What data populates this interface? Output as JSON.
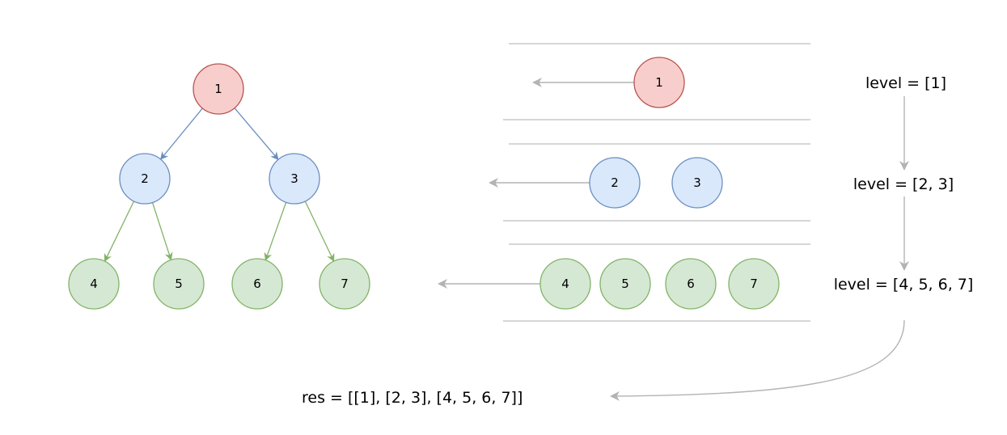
{
  "colors": {
    "red": {
      "fill": "#f8cecc",
      "stroke": "#b85450"
    },
    "blue": {
      "fill": "#dae8fc",
      "stroke": "#6c8ebf"
    },
    "green": {
      "fill": "#d5e8d4",
      "stroke": "#82b366"
    },
    "gray_line": "#bdbdbd",
    "gray_arrow": "#b3b3b3"
  },
  "tree": {
    "nodes": [
      {
        "id": "1",
        "label": "1",
        "color": "red"
      },
      {
        "id": "2",
        "label": "2",
        "color": "blue"
      },
      {
        "id": "3",
        "label": "3",
        "color": "blue"
      },
      {
        "id": "4",
        "label": "4",
        "color": "green"
      },
      {
        "id": "5",
        "label": "5",
        "color": "green"
      },
      {
        "id": "6",
        "label": "6",
        "color": "green"
      },
      {
        "id": "7",
        "label": "7",
        "color": "green"
      }
    ],
    "edges": [
      {
        "from": "1",
        "to": "2",
        "color": "blue"
      },
      {
        "from": "1",
        "to": "3",
        "color": "blue"
      },
      {
        "from": "2",
        "to": "4",
        "color": "green"
      },
      {
        "from": "2",
        "to": "5",
        "color": "green"
      },
      {
        "from": "3",
        "to": "6",
        "color": "green"
      },
      {
        "from": "3",
        "to": "7",
        "color": "green"
      }
    ]
  },
  "levels": [
    {
      "nodes": [
        "1"
      ],
      "color": "red",
      "text": "level = [1]"
    },
    {
      "nodes": [
        "2",
        "3"
      ],
      "color": "blue",
      "text": "level = [2, 3]"
    },
    {
      "nodes": [
        "4",
        "5",
        "6",
        "7"
      ],
      "color": "green",
      "text": "level = [4, 5, 6, 7]"
    }
  ],
  "result_text": "res = [[1], [2, 3], [4, 5, 6, 7]]"
}
